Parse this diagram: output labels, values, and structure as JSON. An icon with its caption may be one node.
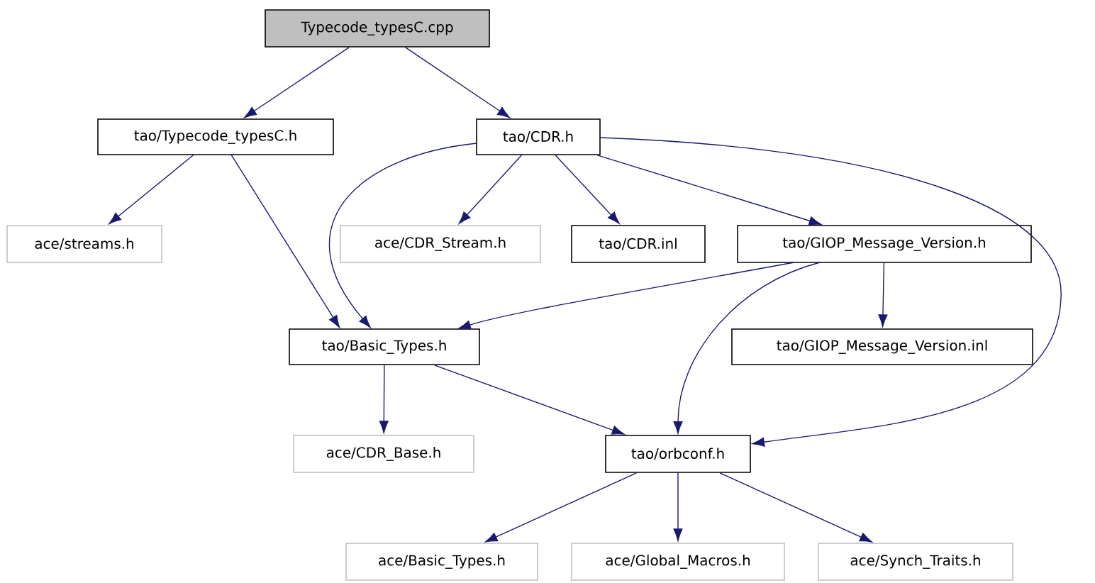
{
  "diagram": {
    "nodes": [
      {
        "text": [
          "Typecode_typesC.cpp"
        ]
      },
      {
        "text": [
          "tao/Typecode_typesC.h"
        ]
      },
      {
        "text": [
          "tao/CDR.h"
        ]
      },
      {
        "text": [
          "ace/streams.h"
        ]
      },
      {
        "text": [
          "ace/CDR_Stream.h"
        ]
      },
      {
        "text": [
          "tao/CDR.inl"
        ]
      },
      {
        "text": [
          "tao/GIOP_Message_Version.h"
        ]
      },
      {
        "text": [
          "tao/Basic_Types.h"
        ]
      },
      {
        "text": [
          "tao/GIOP_Message_Version.inl"
        ]
      },
      {
        "text": [
          "ace/CDR_Base.h"
        ]
      },
      {
        "text": [
          "tao/orbconf.h"
        ]
      },
      {
        "text": [
          "ace/Basic_Types.h"
        ]
      },
      {
        "text": [
          "ace/Global_Macros.h"
        ]
      },
      {
        "text": [
          "ace/Synch_Traits.h"
        ]
      }
    ],
    "edges": [
      {
        "from": 0,
        "to": 1,
        "arrow": "to"
      },
      {
        "from": 0,
        "to": 2,
        "arrow": "to"
      },
      {
        "from": 1,
        "to": 3,
        "arrow": "to"
      },
      {
        "from": 1,
        "to": 7,
        "arrow": "to"
      },
      {
        "from": 2,
        "to": 7,
        "arrow": "to"
      },
      {
        "from": 2,
        "to": 4,
        "arrow": "to"
      },
      {
        "from": 2,
        "to": 5,
        "arrow": "to"
      },
      {
        "from": 2,
        "to": 6,
        "arrow": "to"
      },
      {
        "from": 2,
        "to": 10,
        "arrow": "to"
      },
      {
        "from": 6,
        "to": 7,
        "arrow": "to"
      },
      {
        "from": 6,
        "to": 10,
        "arrow": "to"
      },
      {
        "from": 6,
        "to": 8,
        "arrow": "to"
      },
      {
        "from": 7,
        "to": 9,
        "arrow": "to"
      },
      {
        "from": 7,
        "to": 10,
        "arrow": "to"
      },
      {
        "from": 10,
        "to": 11,
        "arrow": "to"
      },
      {
        "from": 10,
        "to": 12,
        "arrow": "to"
      },
      {
        "from": 10,
        "to": 13,
        "arrow": "to"
      }
    ]
  }
}
